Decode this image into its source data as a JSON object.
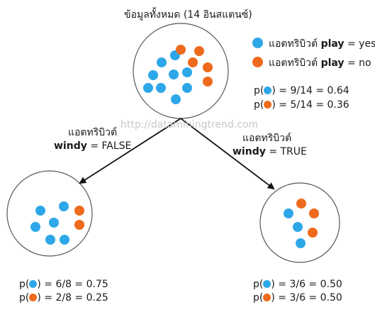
{
  "colors": {
    "yes": "#2ea7e8",
    "no": "#ee6a1c",
    "circle": "#555555",
    "arrow": "#111111"
  },
  "root": {
    "title": "ข้อมูลทั้งหมด (14 อินสแตนซ์)",
    "yes_count": 9,
    "no_count": 5
  },
  "legend": [
    {
      "prefix": "แอตทริบิวต์",
      "attr": "play",
      "suffix": "= yes",
      "color_key": "yes"
    },
    {
      "prefix": "แอตทริบิวต์",
      "attr": "play",
      "suffix": "= no",
      "color_key": "no"
    }
  ],
  "root_probs": [
    {
      "label_pre": "p(",
      "label_post": ") = 9/14 = 0.64",
      "color_key": "yes"
    },
    {
      "label_pre": "p(",
      "label_post": ") = 5/14 = 0.36",
      "color_key": "no"
    }
  ],
  "watermark": "http://dataminingtrend.com",
  "branches": [
    {
      "line1": "แอตทริบิวต์",
      "attr": "windy",
      "value": "= FALSE",
      "yes_count": 6,
      "no_count": 2,
      "probs": [
        {
          "label_pre": "p(",
          "label_post": ") = 6/8 = 0.75",
          "color_key": "yes"
        },
        {
          "label_pre": "p(",
          "label_post": ") = 2/8 = 0.25",
          "color_key": "no"
        }
      ]
    },
    {
      "line1": "แอตทริบิวต์",
      "attr": "windy",
      "value": "= TRUE",
      "yes_count": 3,
      "no_count": 3,
      "probs": [
        {
          "label_pre": "p(",
          "label_post": ") = 3/6 = 0.50",
          "color_key": "yes"
        },
        {
          "label_pre": "p(",
          "label_post": ") = 3/6 = 0.50",
          "color_key": "no"
        }
      ]
    }
  ]
}
